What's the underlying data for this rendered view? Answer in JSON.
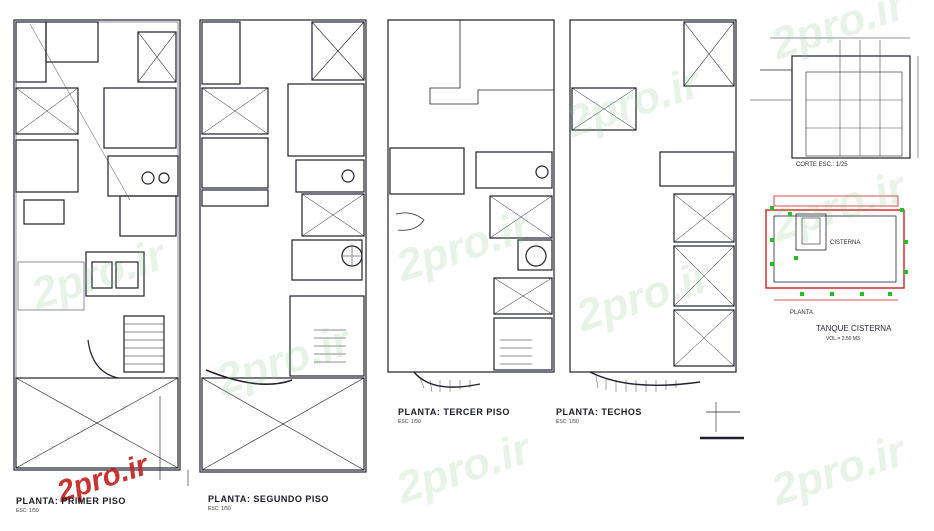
{
  "watermark": {
    "text": "2pro.ir",
    "brand_color": "#d42020",
    "faint_color": "#8cc98c"
  },
  "plans": [
    {
      "title": "PLANTA: PRIMER PISO",
      "scale": "ESC: 1/50"
    },
    {
      "title": "PLANTA: SEGUNDO PISO",
      "scale": "ESC: 1/50"
    },
    {
      "title": "PLANTA: TERCER PISO",
      "scale": "ESC: 1/50"
    },
    {
      "title": "PLANTA: TECHOS",
      "scale": "ESC: 1/50"
    }
  ],
  "cistern": {
    "section_label": "CORTE ESC.: 1/25",
    "plan_label": "PLANTA",
    "room_label": "CISTERNA",
    "title": "TANQUE CISTERNA",
    "volume": "VOL.= 2.50 M3"
  },
  "colors": {
    "line": "#202030",
    "accent_red": "#d42020",
    "accent_green": "#22c022"
  }
}
